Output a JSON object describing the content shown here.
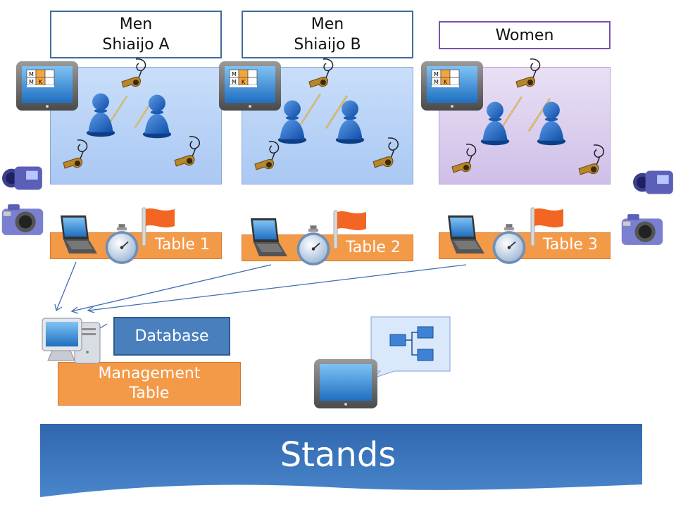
{
  "courts": [
    {
      "label": "Men\nShiaijo A",
      "kind": "men"
    },
    {
      "label": "Men\nShiaijo B",
      "kind": "men"
    },
    {
      "label": "Women",
      "kind": "women"
    }
  ],
  "tables": [
    {
      "label": "Table 1"
    },
    {
      "label": "Table 2"
    },
    {
      "label": "Table 3"
    }
  ],
  "scoreboard_cells": [
    "M",
    "M",
    "K"
  ],
  "database": {
    "label": "Database"
  },
  "management": {
    "label": "Management\nTable"
  },
  "stands": {
    "label": "Stands"
  },
  "colors": {
    "court_men": "#b3cff5",
    "court_women": "#d8cbee",
    "table": "#f39a49",
    "database": "#4a7fbd",
    "stands": "#3a73b8",
    "flag": "#f26522",
    "player": "#1f5fb8"
  },
  "icons": [
    "monitor-icon",
    "whistle-icon",
    "player-icon",
    "shinai-icon",
    "video-camera-icon",
    "photo-camera-icon",
    "laptop-icon",
    "stopwatch-icon",
    "flag-icon",
    "computer-icon",
    "display-icon",
    "hierarchy-icon"
  ]
}
